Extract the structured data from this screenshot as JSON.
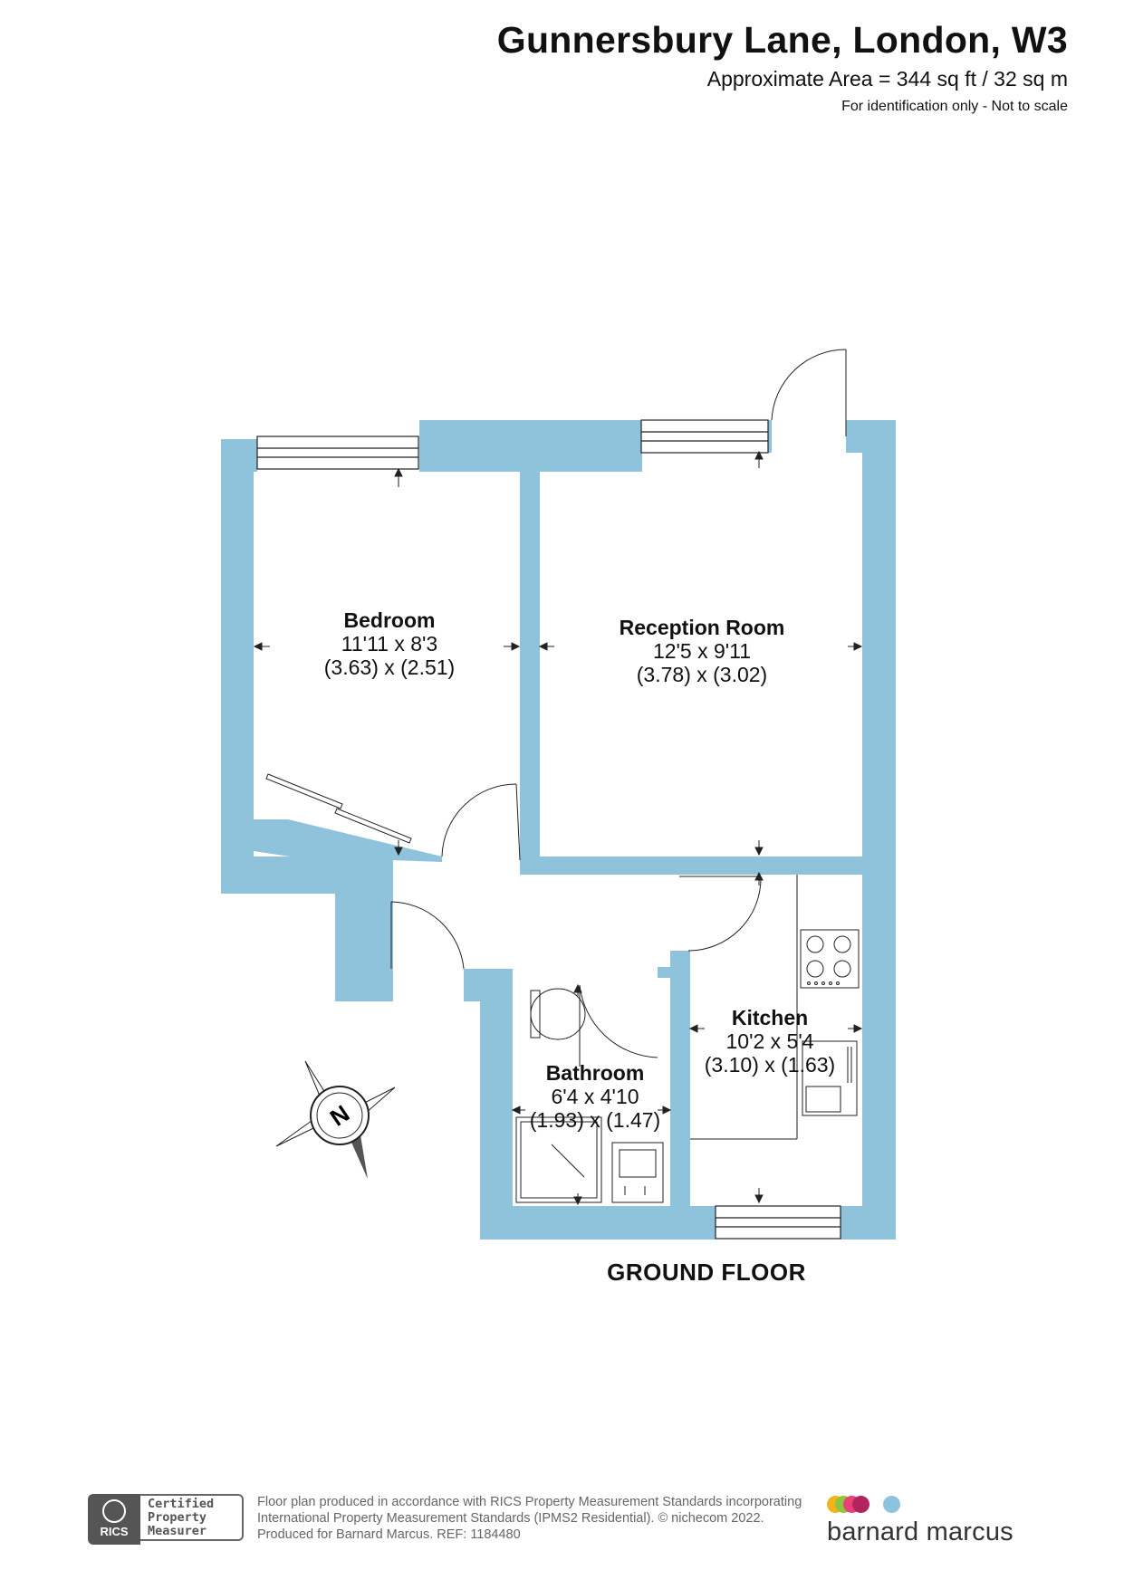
{
  "header": {
    "title": "Gunnersbury Lane, London, W3",
    "area": "Approximate Area = 344 sq ft / 32 sq m",
    "note": "For identification only - Not to scale"
  },
  "rooms": [
    {
      "name": "Bedroom",
      "imperial": "11'11 x 8'3",
      "metric": "(3.63) x (2.51)"
    },
    {
      "name": "Reception Room",
      "imperial": "12'5 x 9'11",
      "metric": "(3.78) x (3.02)"
    },
    {
      "name": "Kitchen",
      "imperial": "10'2 x 5'4",
      "metric": "(3.10) x (1.63)"
    },
    {
      "name": "Bathroom",
      "imperial": "6'4 x 4'10",
      "metric": "(1.93) x (1.47)"
    }
  ],
  "floor_label": "GROUND FLOOR",
  "compass_letter": "N",
  "footer": {
    "line1": "Floor plan produced in accordance with RICS Property Measurement Standards incorporating",
    "line2": "International Property Measurement Standards (IPMS2 Residential).   © nichecom 2022.",
    "line3": "Produced for Barnard Marcus.    REF:  1184480"
  },
  "rics": {
    "badge": "RICS",
    "line1": "Certified",
    "line2": "Property",
    "line3": "Measurer"
  },
  "brand": {
    "name": "barnard marcus",
    "dot_colors": [
      "#f2b31b",
      "#8cc63f",
      "#e8417a",
      "#b2235f",
      "#8ec3df"
    ]
  },
  "colors": {
    "wall": "#8ec3db",
    "line": "#222222"
  }
}
